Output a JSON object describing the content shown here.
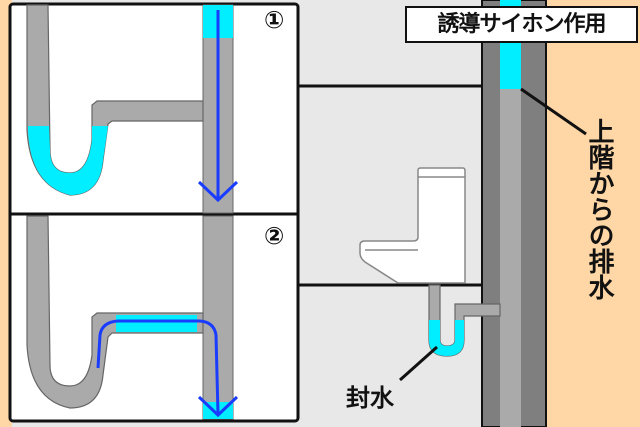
{
  "title": "誘導サイホン作用",
  "labels": {
    "upper_floor_drain": "上階からの排水",
    "seal_water": "封水",
    "step1": "①",
    "step2": "②"
  },
  "colors": {
    "water": "#00eeff",
    "pipe": "#aaaaaa",
    "pipe_wall": "#7f7f7f",
    "arrow": "#1a3cff",
    "wall": "#ffd6a5",
    "room": "#e8e8e8"
  }
}
